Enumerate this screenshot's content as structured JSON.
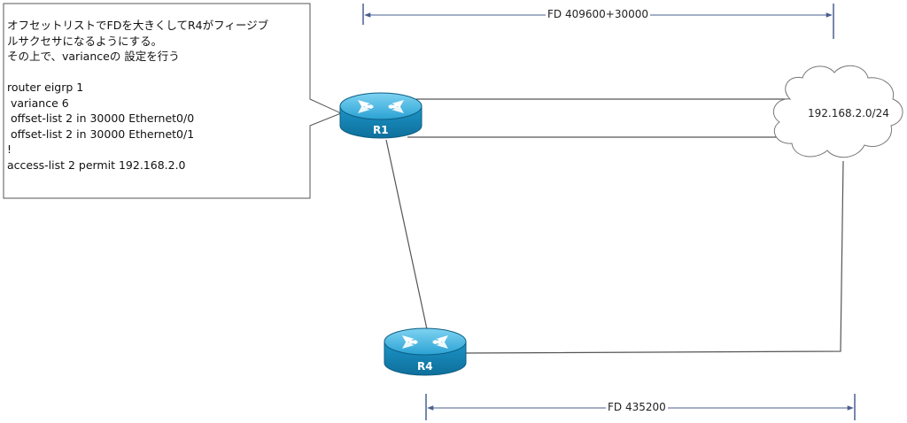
{
  "callout": {
    "lines": [
      "オフセットリストでFDを大きくしてR4がフィージブ",
      "ルサクセサになるようにする。",
      "その上で、varianceの 設定を行う",
      "",
      "router eigrp 1",
      " variance 6",
      " offset-list 2 in 30000 Ethernet0/0",
      " offset-list 2 in 30000 Ethernet0/1",
      "!",
      "access-list 2 permit 192.168.2.0"
    ]
  },
  "dimensions": {
    "top": "FD 409600+30000",
    "bottom": "FD 435200"
  },
  "routers": {
    "r1": "R1",
    "r4": "R4"
  },
  "cloud": {
    "network": "192.168.2.0/24"
  },
  "colors": {
    "router_body": "#1a8fc0",
    "router_top": "#5cc3ea",
    "dimension_line": "#4a5f8f",
    "link": "#555555"
  }
}
